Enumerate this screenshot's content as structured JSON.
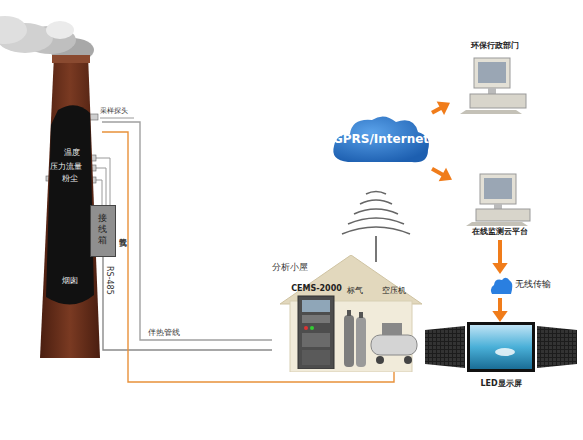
{
  "diagram": {
    "nodes": [
      {
        "text": [
          "烟囱"
        ]
      },
      {
        "text": [
          "接线箱"
        ]
      },
      {
        "text": [
          "分析小屋"
        ]
      },
      {
        "text": [
          "CEMS-2000"
        ],
        "in": 2
      },
      {
        "text": [
          "标气"
        ],
        "in": 2
      },
      {
        "text": [
          "空压机"
        ],
        "in": 2
      },
      {
        "text": [
          "GPRS/Internet"
        ]
      },
      {
        "text": [
          "环保行政部门"
        ]
      },
      {
        "text": [
          "在线监测云平台"
        ]
      },
      {
        "text": [
          "无线传输"
        ]
      },
      {
        "text": [
          "LED显示屏"
        ]
      }
    ],
    "edges": [
      {
        "from": 6,
        "to": 7,
        "arrow": "to"
      },
      {
        "from": 6,
        "to": 8,
        "arrow": "to"
      },
      {
        "from": 8,
        "to": 9,
        "arrow": "to"
      },
      {
        "from": 9,
        "to": 10,
        "arrow": "to"
      },
      {
        "from": 1,
        "to": 2,
        "label": "RS-485",
        "arrow": "none"
      },
      {
        "from": 0,
        "to": 2,
        "label": "伴热管线",
        "arrow": "none"
      },
      {
        "from": 0,
        "to": 5,
        "label": "反吹气管",
        "arrow": "none"
      }
    ],
    "labels": [
      "采样探头",
      "温度",
      "压力流量",
      "粉尘"
    ]
  }
}
